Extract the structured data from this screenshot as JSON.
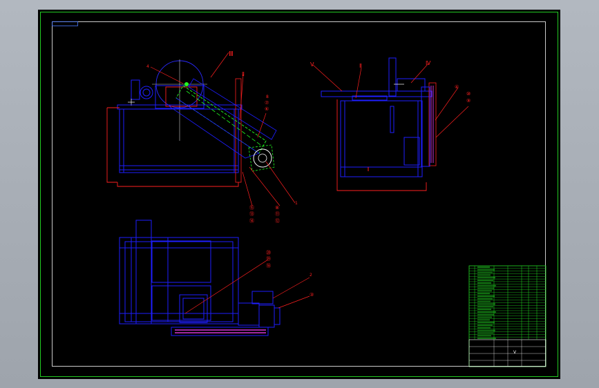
{
  "drawing": {
    "colors": {
      "background": "#000000",
      "outer_border": "#22cc22",
      "inner_border": "#ffffff",
      "frame": "#1e1eff",
      "leaders": "#ff2020",
      "belt": "#22ff22",
      "rail": "#ff40ff",
      "title_block": "#22dd22"
    },
    "front_view_labels": [
      "Ⅲ",
      "4",
      "Ⅱ",
      "8",
      "⑦",
      "⑥",
      "1",
      "⑧",
      "⑪",
      "⑫",
      "⑮",
      "⑬",
      "⑭"
    ],
    "side_view_labels": [
      "Ⅴ",
      "Ⅱ",
      "Ⅳ",
      "④",
      "⑩",
      "⑨"
    ],
    "top_view_labels": [
      "⑳",
      "⑲",
      "⑱",
      "2",
      "③"
    ],
    "title_block": {
      "revision": "V"
    }
  }
}
